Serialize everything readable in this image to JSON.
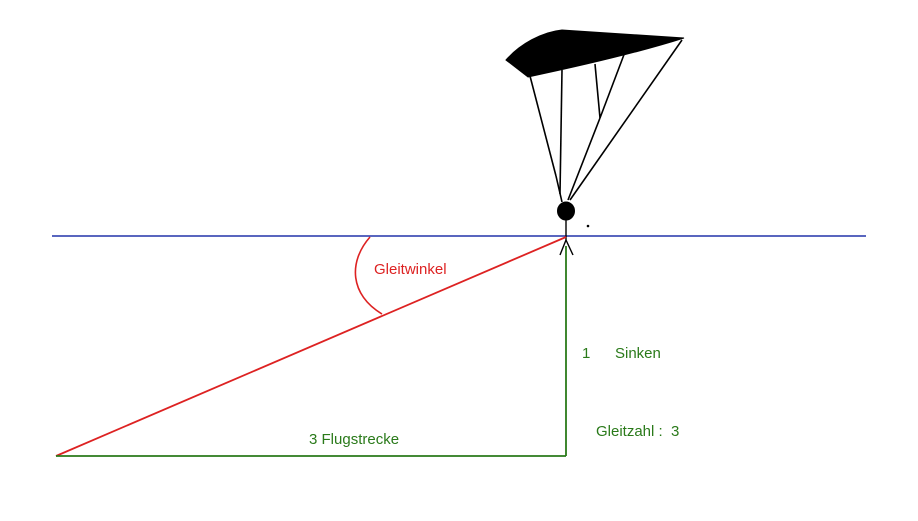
{
  "labels": {
    "glide_angle": "Gleitwinkel",
    "sink_value": "1",
    "sink_label": "Sinken",
    "glide_ratio": "Gleitzahl :  3",
    "distance": "3 Flugstrecke"
  },
  "colors": {
    "horizon": "#2233aa",
    "glide_path": "#dd2222",
    "triangle_legs": "#2a7a1a",
    "angle_label": "#dd2222",
    "value_labels": "#2a7a1a",
    "paraglider": "#000000"
  },
  "icons": {
    "paraglider": "paraglider-icon"
  }
}
